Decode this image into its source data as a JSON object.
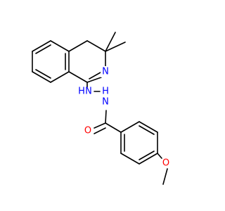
{
  "molecule": {
    "colors": {
      "bond": "#000000",
      "N": "#0000ff",
      "O": "#ff0000",
      "background": "#ffffff"
    },
    "atoms": {
      "n_ring": "N",
      "n_hydrazine_1": "N",
      "n_hydrazine_2": "N",
      "h_1": "H",
      "h_2": "H",
      "o_carbonyl": "O",
      "o_methoxy": "O"
    }
  }
}
